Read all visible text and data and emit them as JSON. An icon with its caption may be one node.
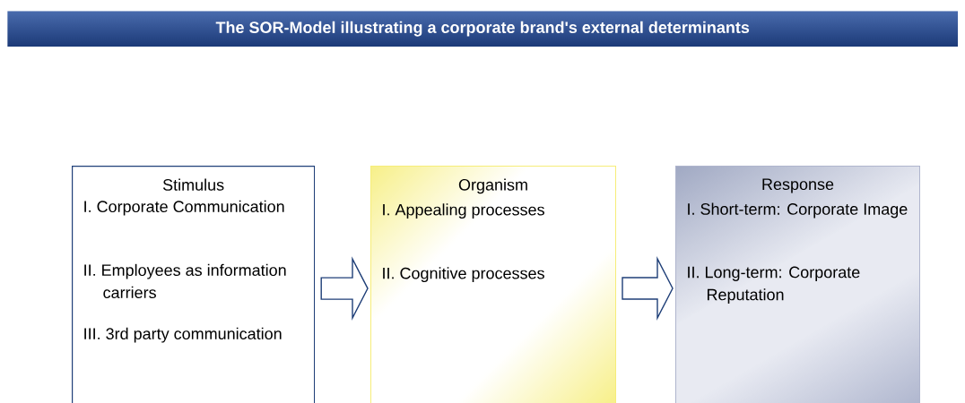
{
  "diagram": {
    "title": "The SOR-Model illustrating a corporate brand's external determinants",
    "nodes": [
      {
        "text": [
          "Stimulus",
          "I. Corporate Communication",
          "II. Employees as information carriers",
          "III. 3rd party communication"
        ]
      },
      {
        "text": [
          "Organism",
          "I. Appealing processes",
          "II. Cognitive processes"
        ]
      },
      {
        "text": [
          "Response",
          "I. Short-term: Corporate Image",
          "II. Long-term: Corporate Reputation"
        ]
      }
    ],
    "edges": [
      {
        "from": 0,
        "to": 1,
        "arrow": "to"
      },
      {
        "from": 1,
        "to": 2,
        "arrow": "to"
      }
    ]
  }
}
